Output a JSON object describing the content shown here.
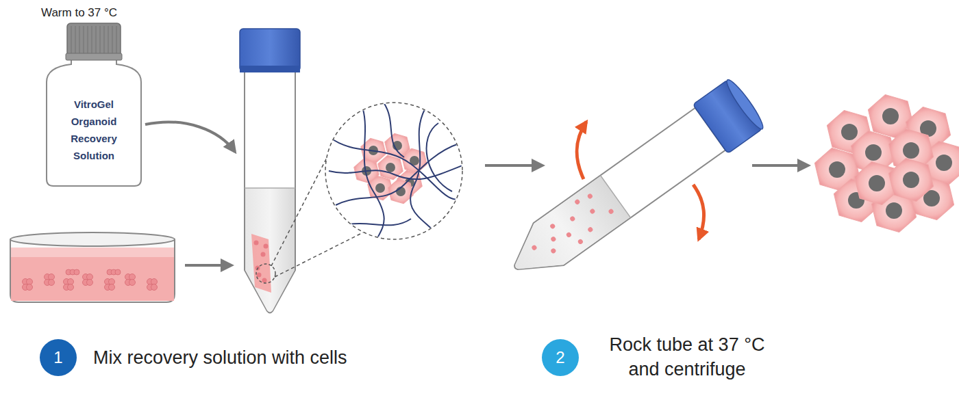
{
  "diagram": {
    "nodes": [
      {
        "text": [
          "VitroGel Organoid Recovery Solution"
        ]
      },
      {
        "text": [
          "1"
        ]
      },
      {
        "text": [
          "2"
        ]
      }
    ],
    "labels": [
      "Warm to 37 °C",
      "Mix recovery solution with cells",
      "Rock tube at 37 °C and centrifuge"
    ]
  }
}
